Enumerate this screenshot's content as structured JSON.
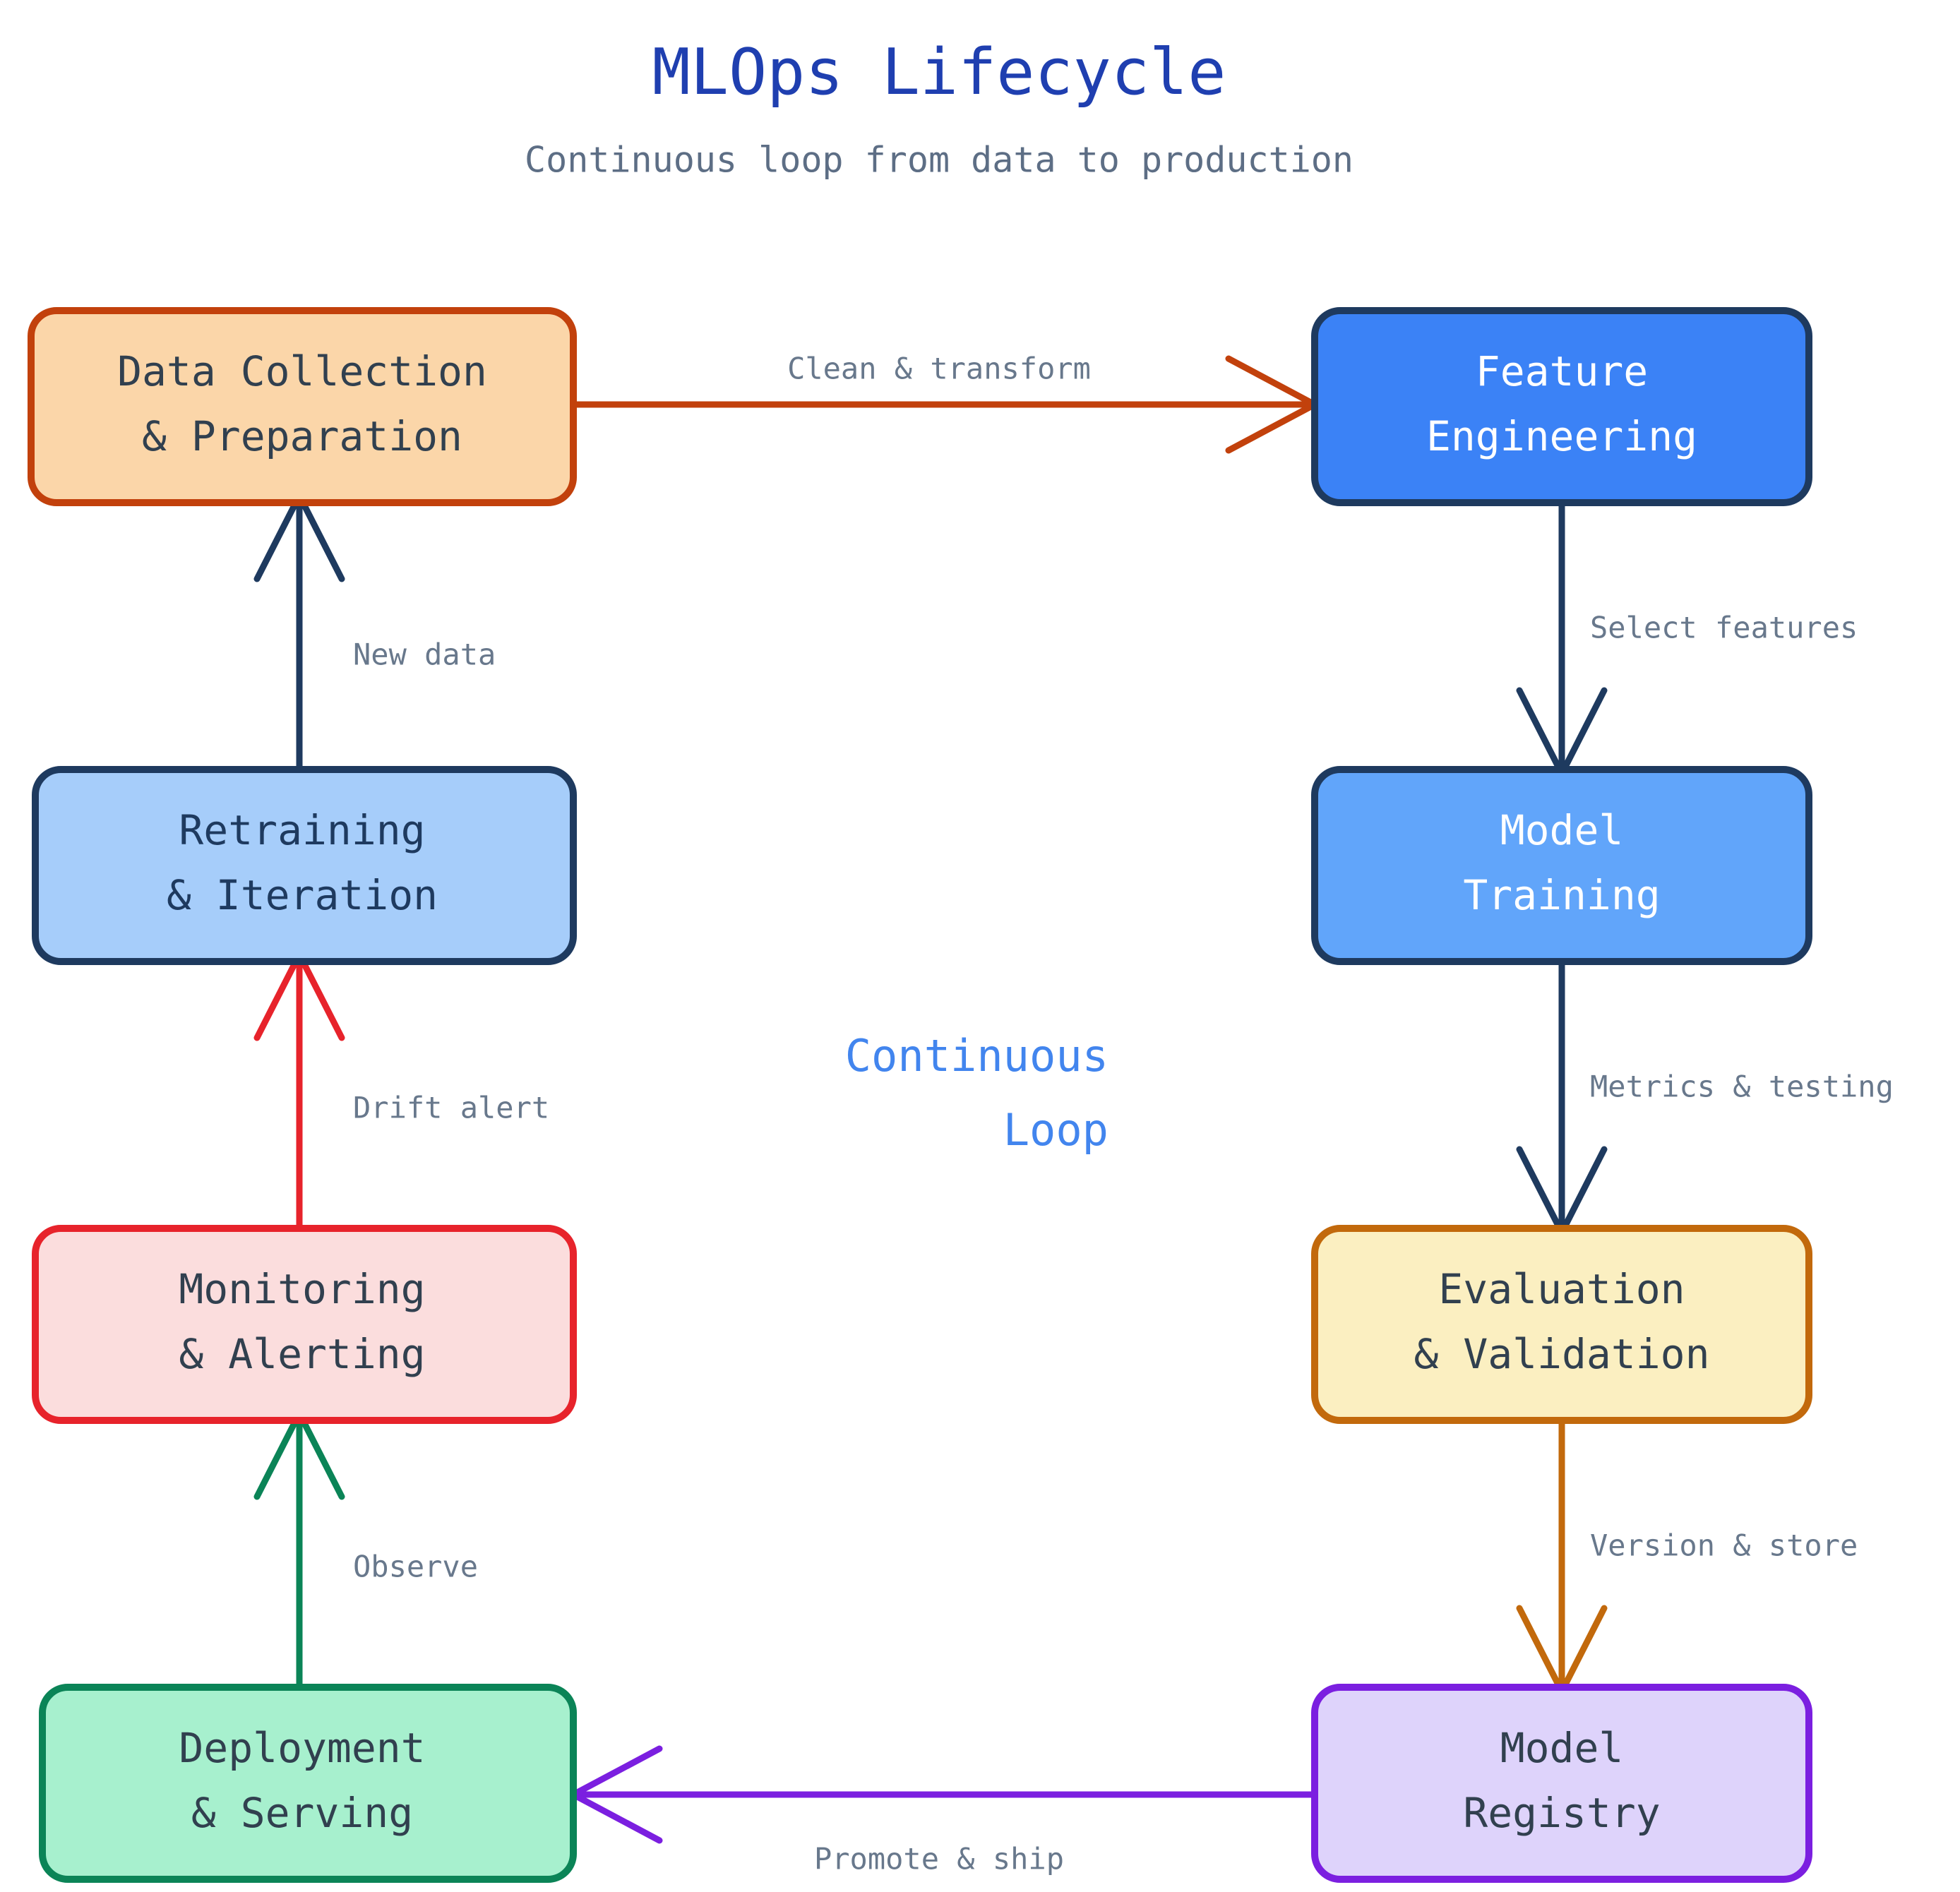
{
  "header": {
    "title": "MLOps Lifecycle",
    "subtitle": "Continuous loop from data to production"
  },
  "center_note": {
    "line1": "Continuous",
    "line2": "Loop",
    "color": "#4285EE"
  },
  "colors": {
    "background": "#ffffff",
    "title": "#1F3FB0",
    "subtitle": "#5D6E85",
    "edge_label": "#68788C",
    "dark_text": "#31404F",
    "light_text": "#FFFFFF",
    "navy": "#1E3A5F",
    "orange": "#C2410C",
    "red": "#E7232B",
    "green": "#0B8457",
    "purple": "#7B1FE0",
    "amber": "#C2690C"
  },
  "nodes": [
    {
      "id": "data-collection",
      "line1": "Data Collection",
      "line2": "& Preparation",
      "fill": "#FBD6A9",
      "stroke": "#C2410C",
      "text_color": "#31404F"
    },
    {
      "id": "feature-engineering",
      "line1": "Feature",
      "line2": "Engineering",
      "fill": "#3B82F6",
      "stroke": "#1E3A5F",
      "text_color": "#FFFFFF"
    },
    {
      "id": "model-training",
      "line1": "Model",
      "line2": "Training",
      "fill": "#61A5FA",
      "stroke": "#1E3A5F",
      "text_color": "#FFFFFF"
    },
    {
      "id": "evaluation-validation",
      "line1": "Evaluation",
      "line2": "& Validation",
      "fill": "#FBEFC1",
      "stroke": "#C2690C",
      "text_color": "#31404F"
    },
    {
      "id": "model-registry",
      "line1": "Model",
      "line2": "Registry",
      "fill": "#DED3FB",
      "stroke": "#7B1FE0",
      "text_color": "#31404F"
    },
    {
      "id": "deployment-serving",
      "line1": "Deployment",
      "line2": "& Serving",
      "fill": "#A7F0CE",
      "stroke": "#0B8457",
      "text_color": "#31404F"
    },
    {
      "id": "monitoring-alerting",
      "line1": "Monitoring",
      "line2": "& Alerting",
      "fill": "#FBDDDD",
      "stroke": "#E7232B",
      "text_color": "#31404F"
    },
    {
      "id": "retraining-iteration",
      "line1": "Retraining",
      "line2": "& Iteration",
      "fill": "#A6CDFA",
      "stroke": "#1E3A5F",
      "text_color": "#1E3A5F"
    }
  ],
  "edges": [
    {
      "id": "clean-transform",
      "label": "Clean & transform",
      "color": "#C2410C",
      "from": "data-collection",
      "to": "feature-engineering"
    },
    {
      "id": "select-features",
      "label": "Select features",
      "color": "#1E3A5F",
      "from": "feature-engineering",
      "to": "model-training"
    },
    {
      "id": "metrics-testing",
      "label": "Metrics & testing",
      "color": "#1E3A5F",
      "from": "model-training",
      "to": "evaluation-validation"
    },
    {
      "id": "version-store",
      "label": "Version & store",
      "color": "#C2690C",
      "from": "evaluation-validation",
      "to": "model-registry"
    },
    {
      "id": "promote-ship",
      "label": "Promote & ship",
      "color": "#7B1FE0",
      "from": "model-registry",
      "to": "deployment-serving"
    },
    {
      "id": "observe",
      "label": "Observe",
      "color": "#0B8457",
      "from": "deployment-serving",
      "to": "monitoring-alerting"
    },
    {
      "id": "drift-alert",
      "label": "Drift alert",
      "color": "#E7232B",
      "from": "monitoring-alerting",
      "to": "retraining-iteration"
    },
    {
      "id": "new-data",
      "label": "New data",
      "color": "#1E3A5F",
      "from": "retraining-iteration",
      "to": "data-collection"
    }
  ]
}
